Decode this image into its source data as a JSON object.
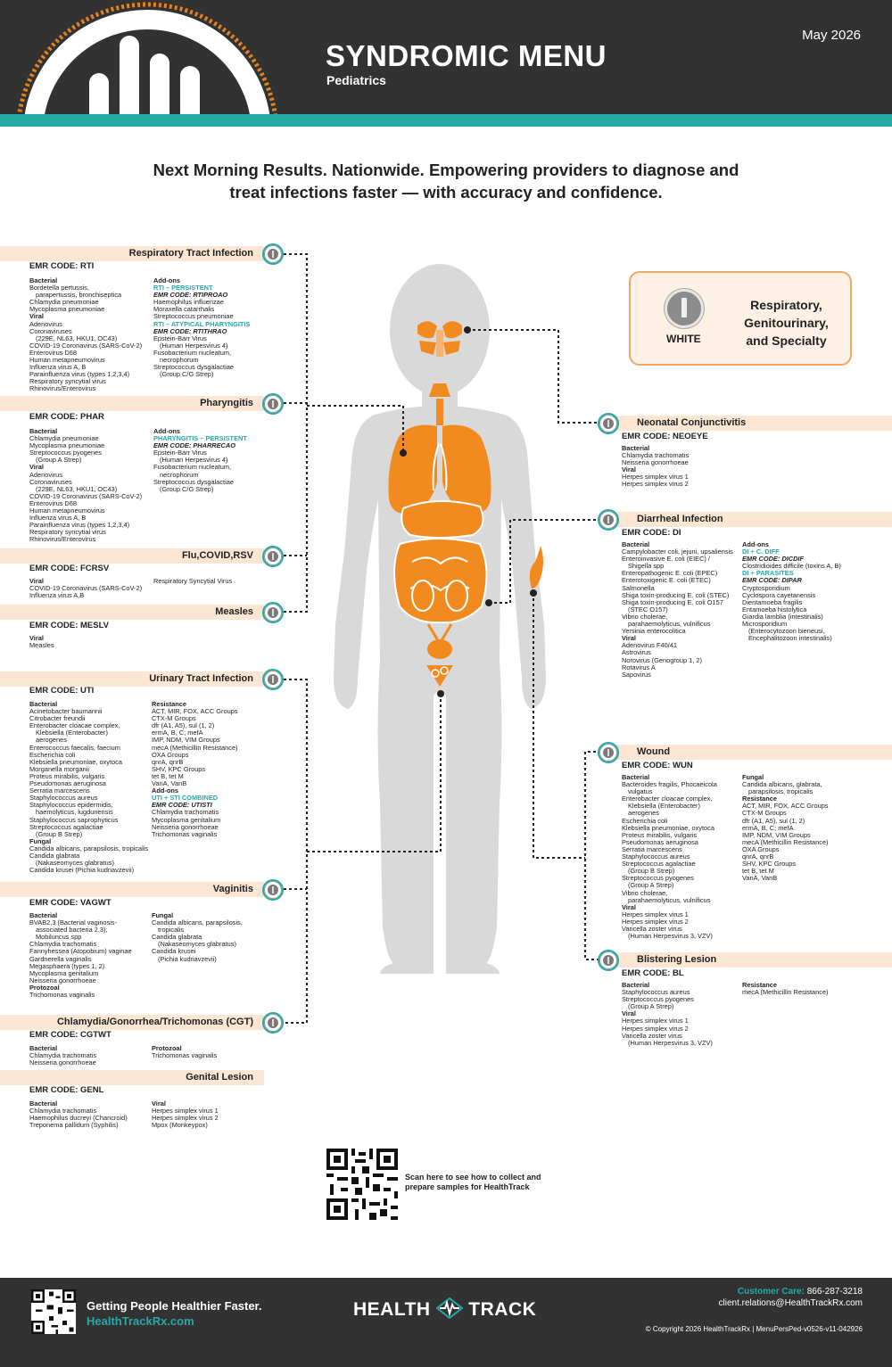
{
  "header": {
    "title": "SYNDROMIC MENU",
    "subtitle": "Pediatrics",
    "date": "May 2026"
  },
  "tagline": {
    "line1": "Next Morning Results. Nationwide. Empowering providers to diagnose and",
    "line2": "treat infections faster — with accuracy and confidence."
  },
  "legend": {
    "color_label": "WHITE",
    "line1": "Respiratory,",
    "line2": "Genitourinary,",
    "line3": "and Specialty"
  },
  "sections": {
    "rti": {
      "title": "Respiratory Tract Infection",
      "emr": "EMR CODE: RTI",
      "col1": [
        [
          "h",
          "Bacterial"
        ],
        [
          "n",
          "Bordetella pertussis,"
        ],
        [
          "i",
          "parapertussis, bronchiseptica"
        ],
        [
          "n",
          "Chlamydia pneumoniae"
        ],
        [
          "n",
          "Mycoplasma pneumoniae"
        ],
        [
          "h",
          "Viral"
        ],
        [
          "n",
          "Adenovirus"
        ],
        [
          "n",
          "Coronaviruses"
        ],
        [
          "i",
          "(229E, NL63, HKU1, OC43)"
        ],
        [
          "n",
          "COVID-19 Coronavirus (SARS-CoV-2)"
        ],
        [
          "n",
          "Enterovirus D68"
        ],
        [
          "n",
          "Human metapneumovirus"
        ],
        [
          "n",
          "Influenza virus A, B"
        ],
        [
          "n",
          "Parainfluenza virus (types 1,2,3,4)"
        ],
        [
          "n",
          "Respiratory syncytial virus"
        ],
        [
          "n",
          "Rhinovirus/Enterovirus"
        ]
      ],
      "col2": [
        [
          "h",
          "Add-ons"
        ],
        [
          "t",
          "RTI – PERSISTENT"
        ],
        [
          "c",
          "EMR CODE: RTIPROAO"
        ],
        [
          "n",
          "Haemophilus influenzae"
        ],
        [
          "n",
          "Moraxella catarrhalis"
        ],
        [
          "n",
          "Streptococcus pneumoniae"
        ],
        [
          "t",
          "RTI – ATYPICAL PHARYNGITIS"
        ],
        [
          "c",
          "EMR CODE: RTITHRAO"
        ],
        [
          "n",
          "Epstein-Barr Virus"
        ],
        [
          "i",
          "(Human Herpesvirus 4)"
        ],
        [
          "n",
          "Fusobacterium nucleatum,"
        ],
        [
          "i",
          "necrophorum"
        ],
        [
          "n",
          "Streptococcus dysgalactiae"
        ],
        [
          "i",
          "(Group C/G Strep)"
        ]
      ]
    },
    "phar": {
      "title": "Pharyngitis",
      "emr": "EMR CODE: PHAR",
      "col1": [
        [
          "h",
          "Bacterial"
        ],
        [
          "n",
          "Chlamydia pneumoniae"
        ],
        [
          "n",
          "Mycoplasma pneumoniae"
        ],
        [
          "n",
          "Streptococcus pyogenes"
        ],
        [
          "i",
          "(Group A Strep)"
        ],
        [
          "h",
          "Viral"
        ],
        [
          "n",
          "Adenovirus"
        ],
        [
          "n",
          "Coronaviruses"
        ],
        [
          "i",
          "(229E, NL63, HKU1, OC43)"
        ],
        [
          "n",
          "COVID-19 Coronavirus (SARS-CoV-2)"
        ],
        [
          "n",
          "Enterovirus D68"
        ],
        [
          "n",
          "Human metapneumovirus"
        ],
        [
          "n",
          "Influenza virus A, B"
        ],
        [
          "n",
          "Parainfluenza virus (types 1,2,3,4)"
        ],
        [
          "n",
          "Respiratory syncytial virus"
        ],
        [
          "n",
          "Rhinovirus/Enterovirus"
        ]
      ],
      "col2": [
        [
          "h",
          "Add-ons"
        ],
        [
          "t",
          "PHARYNGITIS – PERSISTENT"
        ],
        [
          "c",
          "EMR CODE: PHARRECAO"
        ],
        [
          "n",
          "Epstein-Barr Virus"
        ],
        [
          "i",
          "(Human Herpesvirus 4)"
        ],
        [
          "n",
          "Fusobacterium nucleatum,"
        ],
        [
          "i",
          "necrophorum"
        ],
        [
          "n",
          "Streptococcus dysgalactiae"
        ],
        [
          "i",
          "(Group C/G Strep)"
        ]
      ]
    },
    "fcrsv": {
      "title": "Flu,COVID,RSV",
      "emr": "EMR CODE: FCRSV",
      "col1": [
        [
          "h",
          "Viral"
        ],
        [
          "n",
          "COVID-19 Coronavirus (SARS-CoV-2)"
        ],
        [
          "n",
          "Influenza virus A,B"
        ]
      ],
      "col2": [
        [
          "n",
          ""
        ],
        [
          "n",
          "Respiratory Syncytial Virus"
        ]
      ]
    },
    "meslv": {
      "title": "Measles",
      "emr": "EMR CODE: MESLV",
      "col1": [
        [
          "h",
          "Viral"
        ],
        [
          "n",
          "Measles"
        ]
      ]
    },
    "uti": {
      "title": "Urinary Tract Infection",
      "emr": "EMR CODE: UTI",
      "col1": [
        [
          "h",
          "Bacterial"
        ],
        [
          "n",
          "Acinetobacter baumannii"
        ],
        [
          "n",
          "Citrobacter freundii"
        ],
        [
          "n",
          "Enterobacter cloacae complex,"
        ],
        [
          "i",
          "Klebsiella (Enterobacter)"
        ],
        [
          "i",
          "aerogenes"
        ],
        [
          "n",
          "Enterococcus faecalis, faecium"
        ],
        [
          "n",
          "Escherichia coli"
        ],
        [
          "n",
          "Klebsiella pneumoniae, oxytoca"
        ],
        [
          "n",
          "Morganella morganii"
        ],
        [
          "n",
          "Proteus mirabilis, vulgaris"
        ],
        [
          "n",
          "Pseudomonas aeruginosa"
        ],
        [
          "n",
          "Serratia marcescens"
        ],
        [
          "n",
          "Staphylococcus aureus"
        ],
        [
          "n",
          "Staphylococcus epidermidis,"
        ],
        [
          "i",
          "haemolyticus, lugdunensis"
        ],
        [
          "n",
          "Staphylococcus saprophyticus"
        ],
        [
          "n",
          "Streptococcus agalactiae"
        ],
        [
          "i",
          "(Group B Strep)"
        ],
        [
          "h",
          "Fungal"
        ],
        [
          "n",
          "Candida albicans, parapsilosis, tropicalis"
        ],
        [
          "n",
          "Candida glabrata"
        ],
        [
          "i",
          "(Nakaseomyces glabratus)"
        ],
        [
          "n",
          "Candida krusei (Pichia kudriavzevii)"
        ]
      ],
      "col2": [
        [
          "h",
          "Resistance"
        ],
        [
          "n",
          "ACT, MIR, FOX, ACC Groups"
        ],
        [
          "n",
          "CTX-M Groups"
        ],
        [
          "n",
          "dfr (A1, A5), sul (1, 2)"
        ],
        [
          "n",
          "ermA, B, C; mefA"
        ],
        [
          "n",
          "IMP, NDM, VIM Groups"
        ],
        [
          "n",
          "mecA (Methicillin Resistance)"
        ],
        [
          "n",
          "OXA Groups"
        ],
        [
          "n",
          "qnrA, qnrB"
        ],
        [
          "n",
          "SHV, KPC Groups"
        ],
        [
          "n",
          "tet B, tet M"
        ],
        [
          "n",
          "VanA, VanB"
        ],
        [
          "h",
          "Add-ons"
        ],
        [
          "t",
          "UTI + STI COMBINED"
        ],
        [
          "c",
          "EMR CODE: UTISTI"
        ],
        [
          "n",
          "Chlamydia trachomatis"
        ],
        [
          "n",
          "Mycoplasma genitalium"
        ],
        [
          "n",
          "Neisseria gonorrhoeae"
        ],
        [
          "n",
          "Trichomonas vaginalis"
        ]
      ]
    },
    "vagwt": {
      "title": "Vaginitis",
      "emr": "EMR CODE: VAGWT",
      "col1": [
        [
          "h",
          "Bacterial"
        ],
        [
          "n",
          "BVAB2,3 (Bacterial vaginosis-"
        ],
        [
          "i",
          "associated bacteria 2,3);"
        ],
        [
          "i",
          "Mobiluncus spp"
        ],
        [
          "n",
          "Chlamydia trachomatis"
        ],
        [
          "n",
          "Fannyhessea (Atopobium) vaginae"
        ],
        [
          "n",
          "Gardnerella vaginalis"
        ],
        [
          "n",
          "Megasphaera (types 1, 2)"
        ],
        [
          "n",
          "Mycoplasma genitalium"
        ],
        [
          "n",
          "Neisseria gonorrhoeae"
        ],
        [
          "h",
          "Protozoal"
        ],
        [
          "n",
          "Trichomonas vaginalis"
        ]
      ],
      "col2": [
        [
          "h",
          "Fungal"
        ],
        [
          "n",
          "Candida albicans, parapsilosis,"
        ],
        [
          "i",
          "tropicalis"
        ],
        [
          "n",
          "Candida glabrata"
        ],
        [
          "i",
          "(Nakaseomyces glabratus)"
        ],
        [
          "n",
          "Candida krusei"
        ],
        [
          "i",
          "(Pichia kudriavzevii)"
        ]
      ]
    },
    "cgt": {
      "title": "Chlamydia/Gonorrhea/Trichomonas (CGT)",
      "emr": "EMR CODE: CGTWT",
      "col1": [
        [
          "h",
          "Bacterial"
        ],
        [
          "n",
          "Chlamydia trachomatis"
        ],
        [
          "n",
          "Neisseria gonorrhoeae"
        ]
      ],
      "col2": [
        [
          "h",
          "Protozoal"
        ],
        [
          "n",
          "Trichomonas vaginalis"
        ]
      ]
    },
    "genl": {
      "title": "Genital Lesion",
      "emr": "EMR CODE: GENL",
      "col1": [
        [
          "h",
          "Bacterial"
        ],
        [
          "n",
          "Chlamydia trachomatis"
        ],
        [
          "n",
          "Haemophilus ducreyi (Chancroid)"
        ],
        [
          "n",
          "Treponema pallidum (Syphilis)"
        ]
      ],
      "col2": [
        [
          "h",
          "Viral"
        ],
        [
          "n",
          "Herpes simplex virus 1"
        ],
        [
          "n",
          "Herpes simplex virus 2"
        ],
        [
          "n",
          "Mpox (Monkeypox)"
        ]
      ]
    },
    "neoeye": {
      "title": "Neonatal Conjunctivitis",
      "emr": "EMR CODE: NEOEYE",
      "col1": [
        [
          "h",
          "Bacterial"
        ],
        [
          "n",
          "Chlamydia trachomatis"
        ],
        [
          "n",
          "Neisseria gonorrhoeae"
        ],
        [
          "h",
          "Viral"
        ],
        [
          "n",
          "Herpes simplex virus 1"
        ],
        [
          "n",
          "Herpes simplex virus 2"
        ]
      ]
    },
    "di": {
      "title": "Diarrheal Infection",
      "emr": "EMR CODE: DI",
      "col1": [
        [
          "h",
          "Bacterial"
        ],
        [
          "n",
          "Campylobacter coli, jejuni, upsaliensis"
        ],
        [
          "n",
          "Enteroinvasive E. coli (EIEC) /"
        ],
        [
          "i",
          "Shigella spp"
        ],
        [
          "n",
          "Enteropathogenic E. coli (EPEC)"
        ],
        [
          "n",
          "Enterotoxigenic E. coli (ETEC)"
        ],
        [
          "n",
          "Salmonella"
        ],
        [
          "n",
          "Shiga toxin-producing E. coli (STEC)"
        ],
        [
          "n",
          "Shiga toxin-producing E. coli O157"
        ],
        [
          "i",
          "(STEC O157)"
        ],
        [
          "n",
          "Vibrio cholerae,"
        ],
        [
          "i",
          "parahaemolyticus, vulnificus"
        ],
        [
          "n",
          "Yersinia enterocolitica"
        ],
        [
          "h",
          "Viral"
        ],
        [
          "n",
          "Adenovirus F40/41"
        ],
        [
          "n",
          "Astrovirus"
        ],
        [
          "n",
          "Norovirus (Genogroup 1, 2)"
        ],
        [
          "n",
          "Rotavirus A"
        ],
        [
          "n",
          "Sapovirus"
        ]
      ],
      "col2": [
        [
          "h",
          "Add-ons"
        ],
        [
          "t",
          "DI + C. DIFF"
        ],
        [
          "c",
          "EMR CODE: DICDIF"
        ],
        [
          "n",
          "Clostridioides difficile (toxins A, B)"
        ],
        [
          "t",
          "DI + PARASITES"
        ],
        [
          "c",
          "EMR CODE: DIPAR"
        ],
        [
          "n",
          "Cryptosporidium"
        ],
        [
          "n",
          "Cyclospora cayetanensis"
        ],
        [
          "n",
          "Dientamoeba fragilis"
        ],
        [
          "n",
          "Entamoeba histolytica"
        ],
        [
          "n",
          "Giardia lamblia (intestinalis)"
        ],
        [
          "n",
          "Microsporidium"
        ],
        [
          "i",
          "(Enterocytozoon bieneusi,"
        ],
        [
          "i",
          "Encephalitozoon intestinalis)"
        ]
      ]
    },
    "wun": {
      "title": "Wound",
      "emr": "EMR CODE: WUN",
      "col1": [
        [
          "h",
          "Bacterial"
        ],
        [
          "n",
          "Bacteroides fragilis, Phocaeicola"
        ],
        [
          "i",
          "vulgatus"
        ],
        [
          "n",
          "Enterobacter cloacae complex,"
        ],
        [
          "i",
          "Klebsiella (Enterobacter)"
        ],
        [
          "i",
          "aerogenes"
        ],
        [
          "n",
          "Escherichia coli"
        ],
        [
          "n",
          "Klebsiella pneumoniae, oxytoca"
        ],
        [
          "n",
          "Proteus mirabilis, vulgaris"
        ],
        [
          "n",
          "Pseudomonas aeruginosa"
        ],
        [
          "n",
          "Serratia marcescens"
        ],
        [
          "n",
          "Staphylococcus aureus"
        ],
        [
          "n",
          "Streptococcus agalactiae"
        ],
        [
          "i",
          "(Group B Strep)"
        ],
        [
          "n",
          "Streptococcus pyogenes"
        ],
        [
          "i",
          "(Group A Strep)"
        ],
        [
          "n",
          "Vibrio cholerae,"
        ],
        [
          "i",
          "parahaemolyticus, vulnificus"
        ],
        [
          "h",
          "Viral"
        ],
        [
          "n",
          "Herpes simplex virus 1"
        ],
        [
          "n",
          "Herpes simplex virus 2"
        ],
        [
          "n",
          "Varicella zoster virus"
        ],
        [
          "i",
          "(Human Herpesvirus 3, VZV)"
        ]
      ],
      "col2": [
        [
          "h",
          "Fungal"
        ],
        [
          "n",
          "Candida albicans, glabrata,"
        ],
        [
          "i",
          "parapsilosis, tropicalis"
        ],
        [
          "h",
          "Resistance"
        ],
        [
          "n",
          "ACT, MIR, FOX, ACC Groups"
        ],
        [
          "n",
          "CTX-M Groups"
        ],
        [
          "n",
          "dfr (A1, A5), sul (1, 2)"
        ],
        [
          "n",
          "ermA, B, C; mefA"
        ],
        [
          "n",
          "IMP, NDM, VIM Groups"
        ],
        [
          "n",
          "mecA (Methicillin Resistance)"
        ],
        [
          "n",
          "OXA Groups"
        ],
        [
          "n",
          "qnrA, qnrB"
        ],
        [
          "n",
          "SHV, KPC Groups"
        ],
        [
          "n",
          "tet B, tet M"
        ],
        [
          "n",
          "VanA, VanB"
        ]
      ]
    },
    "bl": {
      "title": "Blistering Lesion",
      "emr": "EMR CODE: BL",
      "col1": [
        [
          "h",
          "Bacterial"
        ],
        [
          "n",
          "Staphylococcus aureus"
        ],
        [
          "n",
          "Streptococcus pyogenes"
        ],
        [
          "i",
          "(Group A Strep)"
        ],
        [
          "h",
          "Viral"
        ],
        [
          "n",
          "Herpes simplex virus 1"
        ],
        [
          "n",
          "Herpes simplex virus 2"
        ],
        [
          "n",
          "Varicella zoster virus"
        ],
        [
          "i",
          "(Human Herpesvirus 3, VZV)"
        ]
      ],
      "col2": [
        [
          "h",
          "Resistance"
        ],
        [
          "n",
          "mecA (Methicillin Resistance)"
        ]
      ]
    }
  },
  "qr": {
    "line1": "Scan here to see how to collect and",
    "line2": "prepare samples for HealthTrack"
  },
  "footer": {
    "slogan": "Getting People Healthier Faster.",
    "url": "HealthTrackRx.com",
    "brand_left": "HEALTH",
    "brand_right": "TRACK",
    "care_label": "Customer Care:",
    "care_phone": "866-287-3218",
    "email": "client.relations@HealthTrackRx.com",
    "copyright": "© Copyright 2026 HealthTrackRx | MenuPersPed-v0526-v11-042926"
  },
  "colors": {
    "teal": "#26a9a7",
    "orange": "#f28b1f",
    "peach": "#fbe6d4",
    "dark": "#323232",
    "body_gray": "#d9d9d9"
  }
}
